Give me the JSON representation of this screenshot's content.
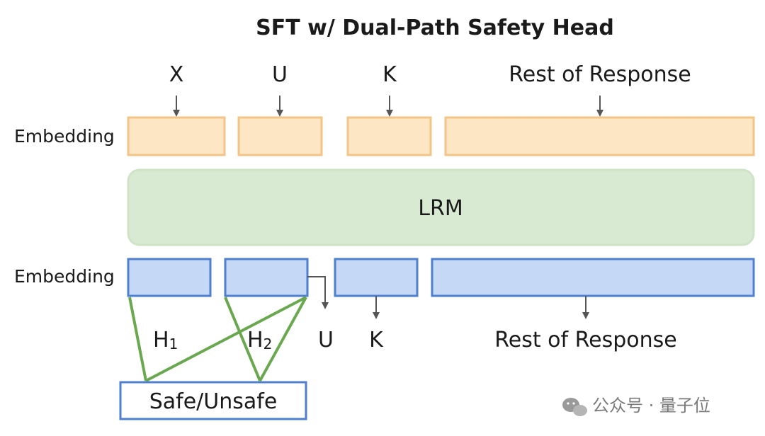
{
  "title": "SFT w/ Dual-Path Safety Head",
  "inputs": [
    "X",
    "U",
    "K",
    "Rest of Response"
  ],
  "embedding_label_top": "Embedding",
  "model_label": "LRM",
  "embedding_label_bottom": "Embedding",
  "heads": [
    {
      "base": "H",
      "sub": "1"
    },
    {
      "base": "H",
      "sub": "2"
    }
  ],
  "outputs": [
    "U",
    "K",
    "Rest of Response"
  ],
  "classifier_label": "Safe/Unsafe",
  "watermark": "公众号 · 量子位",
  "colors": {
    "top_embedding_fill": "#fde6c4",
    "top_embedding_stroke": "#f2c488",
    "lrm_fill": "#d9ead3",
    "bottom_embedding_fill": "#c5d9f7",
    "bottom_embedding_stroke": "#4f7fcf",
    "head_lines": "#6aa84f"
  }
}
